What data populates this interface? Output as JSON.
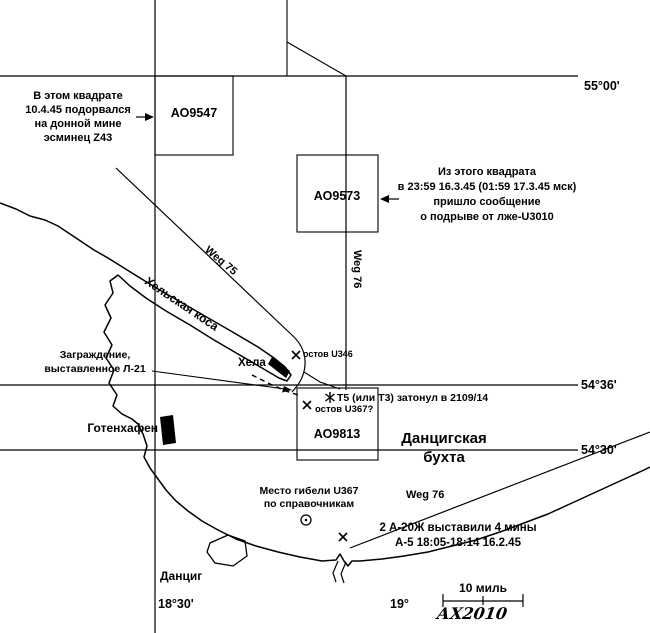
{
  "grid": {
    "lat_55_00": "55°00'",
    "lat_54_36": "54°36'",
    "lat_54_30": "54°30'",
    "lon_18_30": "18°30'",
    "lon_19": "19°"
  },
  "squares": {
    "ao9547": "АО9547",
    "ao9573": "АО9573",
    "ao9813": "АО9813"
  },
  "notes": {
    "z43": [
      "В этом квадрате",
      "10.4.45 подорвался",
      "на донной мине",
      "эсминец Z43"
    ],
    "u3010": [
      "Из этого квадрата",
      "в 23:59 16.3.45 (01:59 17.3.45 мск)",
      "пришло сообщение",
      "о подрыве от лже-U3010"
    ],
    "l21": [
      "Заграждение,",
      "выставленное Л-21"
    ],
    "t5": "Т5 (или Т3) затонул в 2109/14",
    "u346": "остов U346",
    "u367": "остов U367?",
    "u367_place": [
      "Место гибели U367",
      "по справочникам"
    ],
    "mines": [
      "2 А-20Ж выставили 4 мины",
      "А-5 18:05-18:14 16.2.45"
    ]
  },
  "places": {
    "hela": "Хела",
    "gotenhafen": "Готенхафен",
    "danzig": "Данциг",
    "bay": [
      "Данцигская",
      "бухта"
    ],
    "spit": "Хельская коса"
  },
  "routes": {
    "weg75": "Weg 75",
    "weg76": "Weg 76"
  },
  "scale": {
    "label": "10 миль"
  },
  "signature": "АХ2010",
  "symbols": {
    "wreck-marker": "×",
    "sinking-site-marker": "✱",
    "loss-site-marker": "◉",
    "port-marker": "▮"
  },
  "colors": {
    "ink": "#000000",
    "paper": "#ffffff"
  }
}
